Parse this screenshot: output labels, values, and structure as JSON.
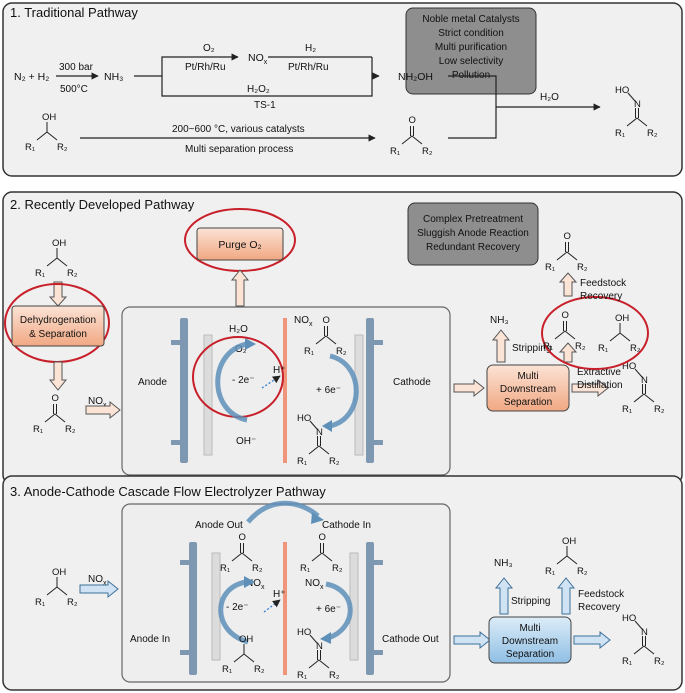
{
  "panel1": {
    "title": "1. Traditional Pathway",
    "box_lines": [
      "Noble metal Catalysts",
      "Strict condition",
      "Multi purification",
      "Low selectivity",
      "Pollution"
    ],
    "n2h2": "N₂ + H₂",
    "cond_top": "300 bar",
    "cond_bottom": "500°C",
    "nh3": "NH₃",
    "o2": "O₂",
    "catalyst1": "Pt/Rh/Ru",
    "nox": "NO",
    "nox_sub": "x",
    "h2": "H₂",
    "catalyst2": "Pt/Rh/Ru",
    "nh2oh": "NH₂OH",
    "h2o2": "H₂O₂",
    "ts1": "TS-1",
    "h2o": "H₂O",
    "cond_alcohol": "200~600 °C, various catalysts",
    "multi_sep": "Multi separation process"
  },
  "panel2": {
    "title": "2. Recently Developed Pathway",
    "box_lines": [
      "Complex Pretreatment",
      "Sluggish Anode Reaction",
      "Redundant Recovery"
    ],
    "purge": "Purge O₂",
    "dehydro_lines": [
      "Dehydrogenation",
      "& Separation"
    ],
    "nox": "NO",
    "anode": "Anode",
    "cathode": "Cathode",
    "h2o": "H₂O",
    "o2": "O₂",
    "minus_2e": "- 2e⁻",
    "oh": "OH⁻",
    "hplus": "H⁺",
    "plus_6e": "+ 6e⁻",
    "nh3": "NH₃",
    "stripping": "Stripping",
    "feedstock_lines": [
      "Feedstock",
      "Recovery"
    ],
    "extractive_lines": [
      "Extractive",
      "Distillation"
    ],
    "downstream_lines": [
      "Multi",
      "Downstream",
      "Separation"
    ]
  },
  "panel3": {
    "title": "3. Anode-Cathode Cascade Flow Electrolyzer Pathway",
    "nox": "NO",
    "anode_out": "Anode Out",
    "cathode_in": "Cathode In",
    "anode_in": "Anode In",
    "cathode_out": "Cathode Out",
    "minus_2e": "- 2e⁻",
    "hplus": "H⁺",
    "plus_6e": "+ 6e⁻",
    "nh3": "NH₃",
    "stripping": "Stripping",
    "feedstock_lines": [
      "Feedstock",
      "Recovery"
    ],
    "downstream_lines": [
      "Multi",
      "Downstream",
      "Separation"
    ]
  },
  "molecule": {
    "oh": "OH",
    "o": "O",
    "ho": "HO",
    "n": "N",
    "r1": "R₁",
    "r2": "R₂"
  },
  "colors": {
    "panel_bg": "#f0f0f0",
    "panel2_title": "#c0502a",
    "panel3_title": "#2e5a8a",
    "orange_fill": "#f6c3a6",
    "blue_fill": "#a9cde9",
    "red_circle": "#c8202a",
    "gray_box": "#8e8e8e"
  }
}
